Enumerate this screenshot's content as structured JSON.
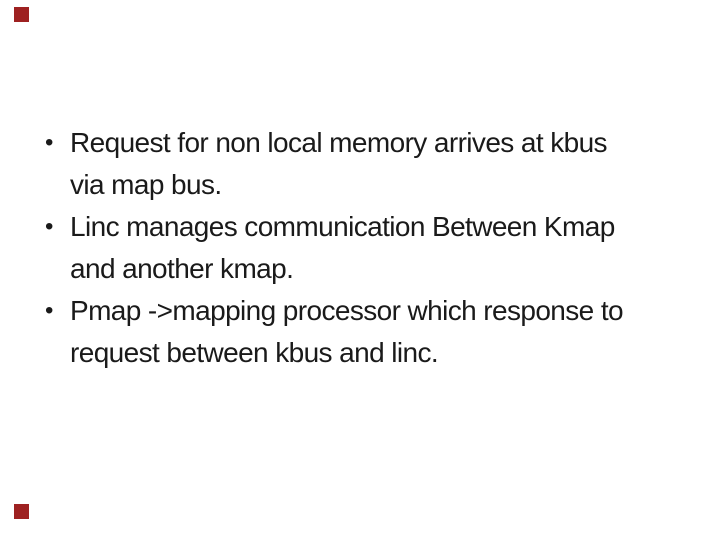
{
  "slide": {
    "background_color": "#ffffff",
    "text_color": "#1a1a1a",
    "accent_color": "#9e2121",
    "bullet_glyph": "•",
    "bullets": [
      {
        "lines": [
          "Request for non local memory arrives at kbus",
          "via map bus."
        ]
      },
      {
        "lines": [
          "Linc manages communication Between Kmap",
          "and another kmap."
        ]
      },
      {
        "lines": [
          "Pmap ->mapping processor which response to",
          "request between kbus and linc."
        ]
      }
    ]
  }
}
